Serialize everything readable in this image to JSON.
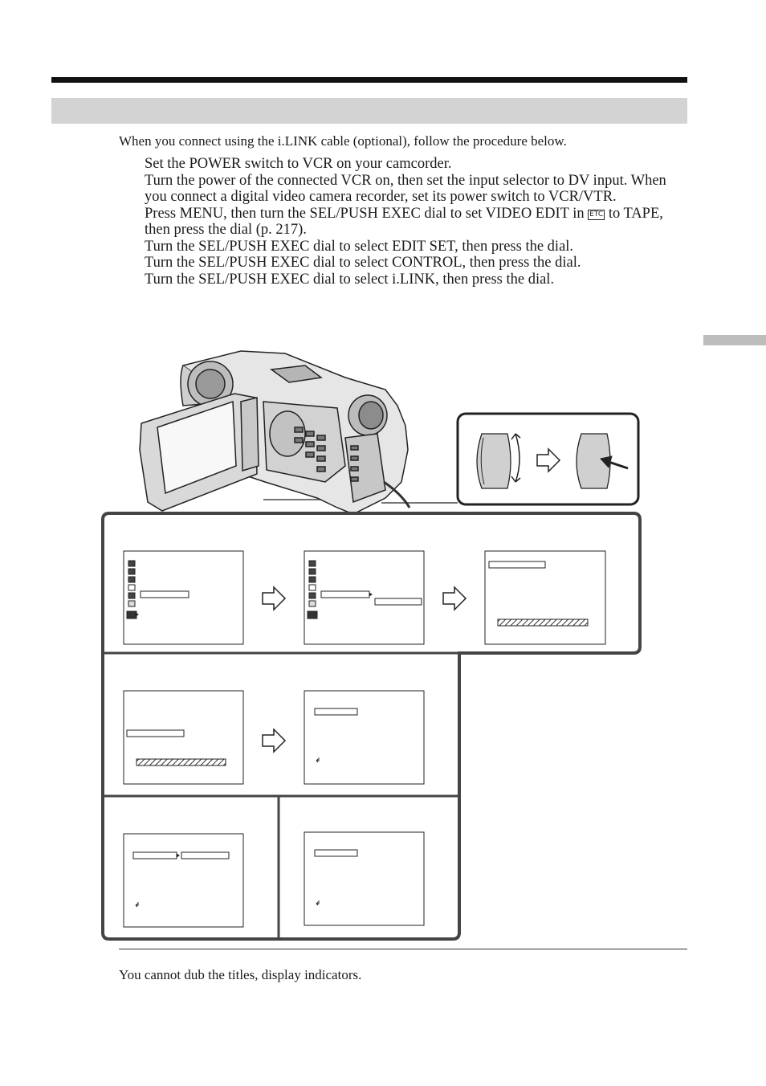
{
  "intro": "When you connect using the i.LINK cable (optional), follow the procedure below.",
  "steps": [
    "Set the POWER switch to VCR on your camcorder.",
    "Turn the power of the connected VCR on, then set the input selector to DV input. When you connect a digital video camera recorder, set its power switch to VCR/VTR.",
    "Press MENU, then turn the SEL/PUSH EXEC dial to set VIDEO EDIT in",
    "to TAPE, then press the dial (p. 217).",
    "Turn the SEL/PUSH EXEC dial to select EDIT SET, then press the dial.",
    "Turn the SEL/PUSH EXEC dial to select CONTROL, then press the dial.",
    "Turn the SEL/PUSH EXEC dial to select i.LINK, then press the dial."
  ],
  "etc_icon_label": "ETC",
  "note": "You cannot dub the titles, display indicators.",
  "colors": {
    "band": "#d3d3d3",
    "side_tab": "#bdbdbd",
    "rule": "#111111"
  }
}
